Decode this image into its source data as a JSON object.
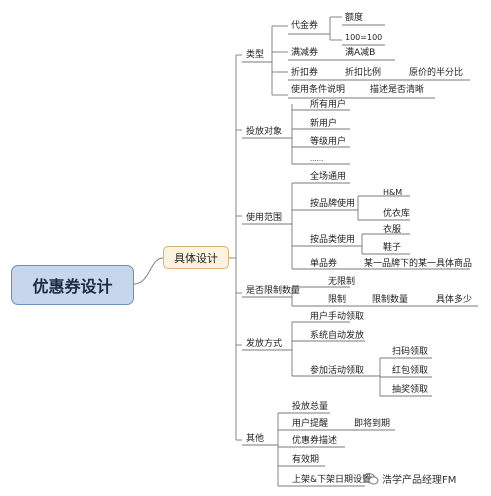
{
  "root": "优惠券设计",
  "center": "具体设计",
  "branches": {
    "type": {
      "label": "类型",
      "voucher": {
        "label": "代金券",
        "amount": "额度",
        "amount_example": "100=100"
      },
      "full_reduction": {
        "label": "满减券",
        "rule": "满A减B"
      },
      "discount": {
        "label": "折扣券",
        "ratio": "折扣比例",
        "ratio_example": "原价的半分比"
      },
      "usage": {
        "label": "使用条件说明",
        "detail": "描述是否清晰"
      }
    },
    "audience": {
      "label": "投放对象",
      "items": [
        "所有用户",
        "新用户",
        "等级用户",
        "......"
      ]
    },
    "scope": {
      "label": "使用范围",
      "all": "全场通用",
      "brand": {
        "label": "按品牌使用",
        "items": [
          "H&M",
          "优衣库"
        ]
      },
      "category": {
        "label": "按品类使用",
        "items": [
          "衣服",
          "鞋子"
        ]
      },
      "single": {
        "label": "单品券",
        "detail": "某一品牌下的某一具体商品"
      }
    },
    "limit": {
      "label": "是否限制数量",
      "unlimited": "无限制",
      "limited": {
        "label": "限制",
        "amount": "限制数量",
        "how_many": "具体多少"
      }
    },
    "distribution": {
      "label": "发放方式",
      "manual": "用户手动领取",
      "auto": "系统自动发放",
      "event": {
        "label": "参加活动领取",
        "items": [
          "扫码领取",
          "红包领取",
          "抽奖领取"
        ]
      }
    },
    "other": {
      "label": "其他",
      "total": "投放总量",
      "reminder": {
        "label": "用户提醒",
        "detail": "即将到期"
      },
      "desc": "优惠券描述",
      "validity": "有效期",
      "shelf": "上架&下架日期设置"
    }
  },
  "watermark": "浩学产品经理FM",
  "colors": {
    "line": "#7a7a7a",
    "root_fill": "#c7d6ea",
    "root_border": "#6d8fbf",
    "mid_fill": "#fbf3df",
    "mid_border": "#d7b37a"
  }
}
